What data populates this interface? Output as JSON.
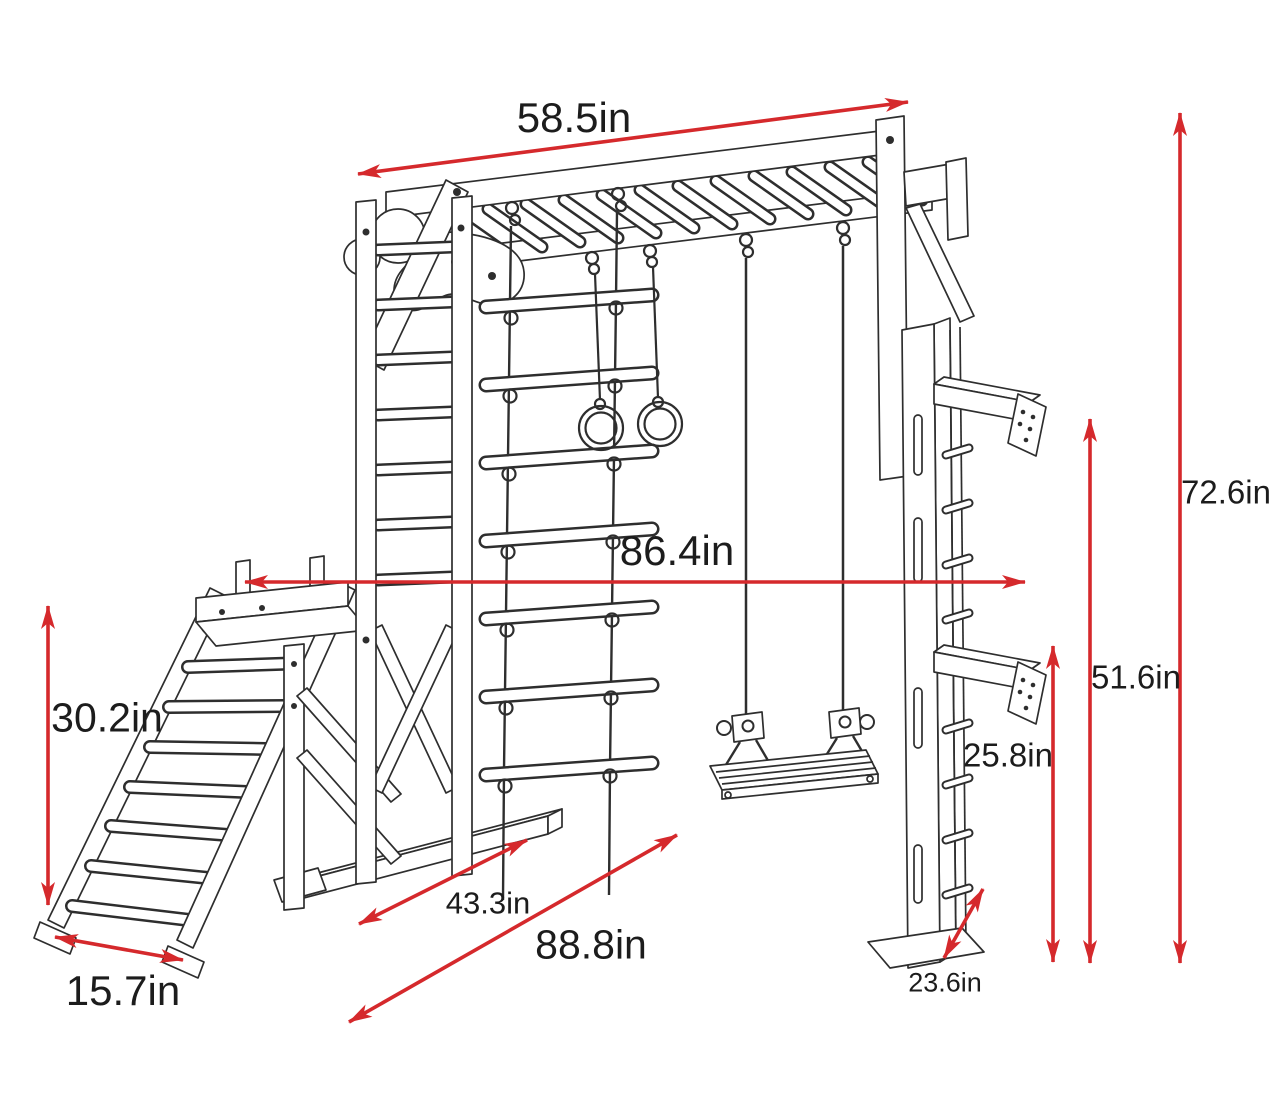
{
  "diagram": {
    "unit": "in",
    "colors": {
      "arrow": "#d5292c",
      "line": "#2e2e2e",
      "label": "#1c1c1c",
      "background": "#ffffff"
    },
    "dimensions": {
      "top_bar_length": {
        "label": "58.5in",
        "value": 58.5
      },
      "overall_width": {
        "label": "86.4in",
        "value": 86.4
      },
      "overall_height": {
        "label": "72.6in",
        "value": 72.6
      },
      "wall_panel_height": {
        "label": "51.6in",
        "value": 51.6
      },
      "bracket_height": {
        "label": "25.8in",
        "value": 25.8
      },
      "ladder_height": {
        "label": "30.2in",
        "value": 30.2
      },
      "ladder_width": {
        "label": "15.7in",
        "value": 15.7
      },
      "base_length": {
        "label": "43.3in",
        "value": 43.3
      },
      "overall_length": {
        "label": "88.8in",
        "value": 88.8
      },
      "side_depth": {
        "label": "23.6in",
        "value": 23.6
      }
    }
  }
}
